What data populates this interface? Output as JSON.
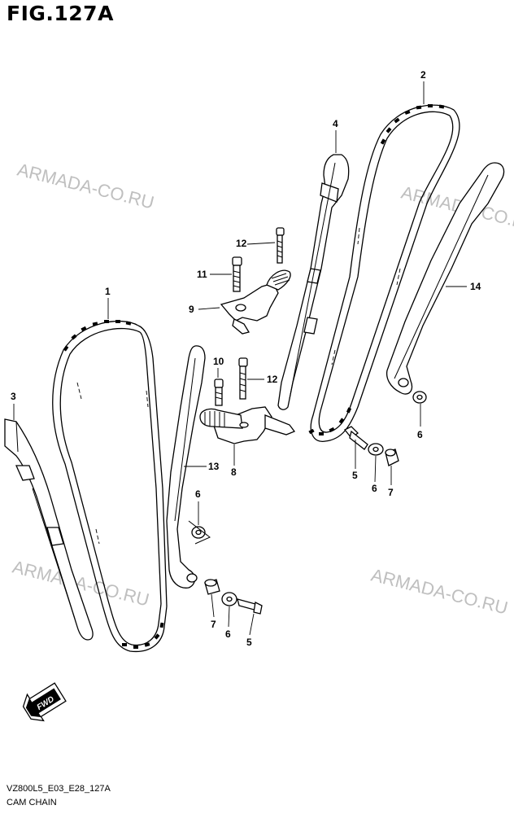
{
  "figure": {
    "title": "FIG.127A",
    "model_code": "VZ800L5_E03_E28_127A",
    "name": "CAM CHAIN"
  },
  "watermarks": [
    "ARMADA-CO.RU",
    "ARMADA-CO.RU",
    "ARMADA-CO.RU",
    "ARMADA-CO.RU"
  ],
  "callouts": {
    "c1": "1",
    "c2": "2",
    "c3": "3",
    "c4": "4",
    "c5a": "5",
    "c5b": "5",
    "c6a": "6",
    "c6b": "6",
    "c6c": "6",
    "c6d": "6",
    "c7a": "7",
    "c7b": "7",
    "c8": "8",
    "c9": "9",
    "c10": "10",
    "c11": "11",
    "c12a": "12",
    "c12b": "12",
    "c13": "13",
    "c14": "14"
  },
  "fwd_label": "FWD",
  "icons": [
    "fwd-arrow-icon"
  ]
}
